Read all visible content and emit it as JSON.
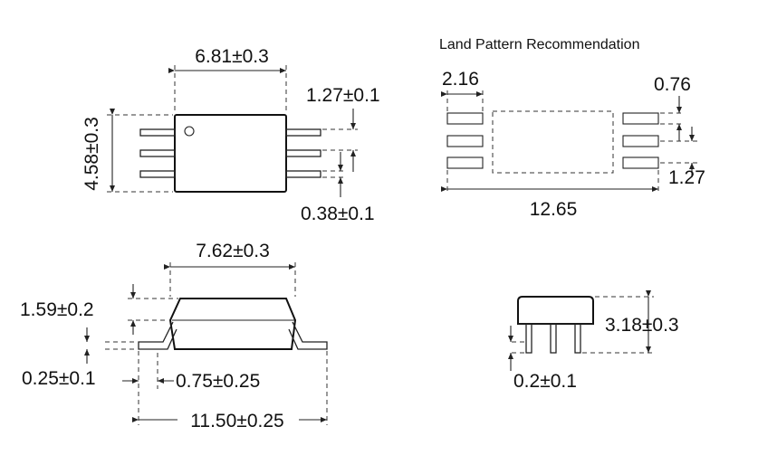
{
  "title": "Land Pattern Recommendation",
  "top_view": {
    "body_width": "6.81±0.3",
    "body_height": "4.58±0.3",
    "pin_pitch": "1.27±0.1",
    "pin_width": "0.38±0.1"
  },
  "land_pattern": {
    "pad_length": "2.16",
    "pad_width": "0.76",
    "pad_pitch": "1.27",
    "overall_span": "12.65"
  },
  "side_view": {
    "body_length": "7.62±0.3",
    "body_thickness": "1.59±0.2",
    "standoff": "0.25±0.1",
    "foot_length": "0.75±0.25",
    "overall_length": "11.50±0.25"
  },
  "end_view": {
    "height": "3.18±0.3",
    "lead_thickness": "0.2±0.1"
  }
}
